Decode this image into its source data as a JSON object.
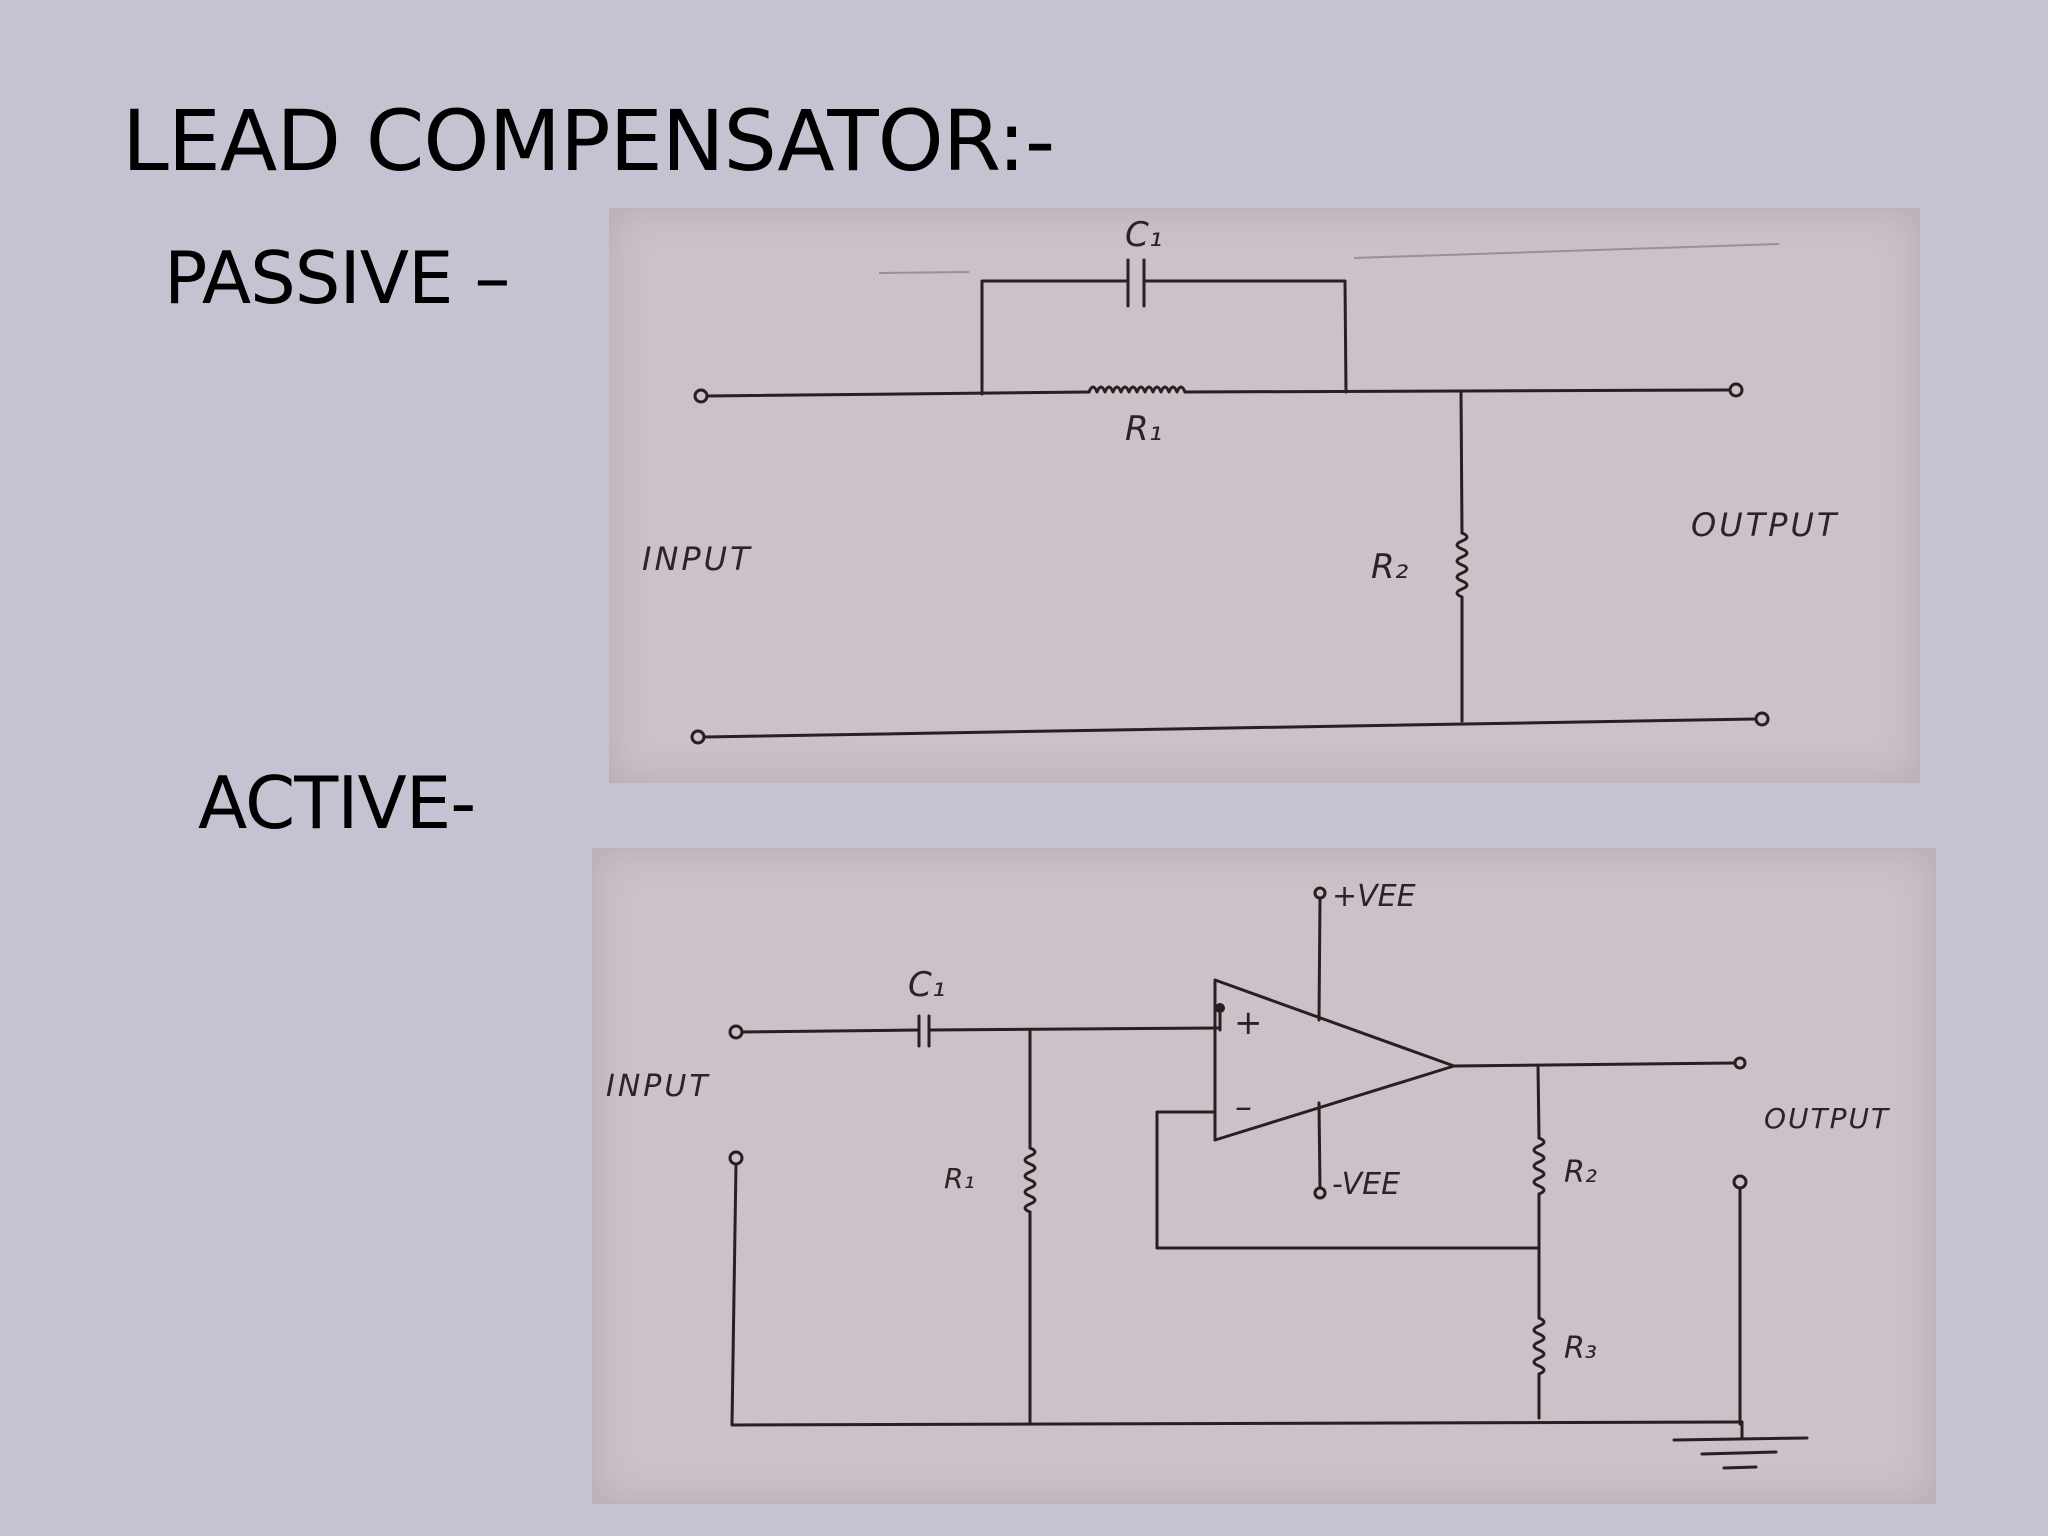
{
  "slide": {
    "title": "LEAD COMPENSATOR:-",
    "passive_heading": "PASSIVE –",
    "active_heading": "ACTIVE-"
  },
  "passive_circuit": {
    "capacitor_label": "C₁",
    "series_resistor_label": "R₁",
    "shunt_resistor_label": "R₂",
    "input_label": "INPUT",
    "output_label": "OUTPUT"
  },
  "active_circuit": {
    "capacitor_label": "C₁",
    "input_resistor_label": "R₁",
    "feedback_resistor_label": "R₂",
    "ground_resistor_label": "R₃",
    "positive_supply_label": "+VEE",
    "negative_supply_label": "-VEE",
    "noninverting_label": "+",
    "inverting_label": "–",
    "input_label": "INPUT",
    "output_label": "OUTPUT"
  },
  "colors": {
    "background": "#c6c2d2",
    "paper": "#cbc1c8",
    "ink": "#262021"
  }
}
